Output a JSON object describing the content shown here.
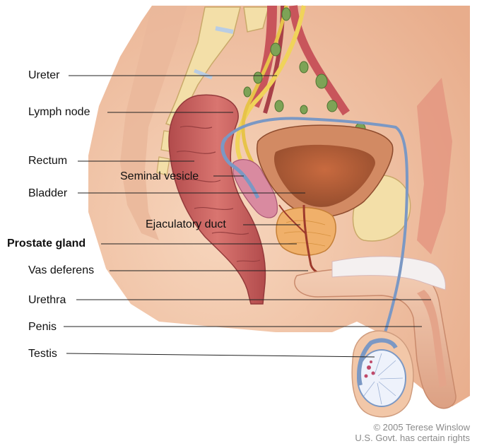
{
  "labels": {
    "ureter": "Ureter",
    "lymph_node": "Lymph node",
    "rectum": "Rectum",
    "seminal_vesicle": "Seminal vesicle",
    "bladder": "Bladder",
    "ejaculatory_duct": "Ejaculatory duct",
    "prostate_gland": "Prostate gland",
    "vas_deferens": "Vas deferens",
    "urethra": "Urethra",
    "penis": "Penis",
    "testis": "Testis"
  },
  "credit": {
    "copyright": "© 2005 Terese Winslow",
    "rights": "U.S. Govt. has certain rights"
  },
  "colors": {
    "skin": "#f2c7a8",
    "skin_shadow": "#e2a683",
    "muscle": "#d4756c",
    "rectum": "#c9605e",
    "bladder": "#c97a55",
    "prostate": "#f0b06a",
    "vas": "#7b98c4",
    "ureter": "#f0d35a",
    "lymph_node": "#7da356",
    "bone": "#f3dfa8",
    "vessel": "#c8555b"
  }
}
